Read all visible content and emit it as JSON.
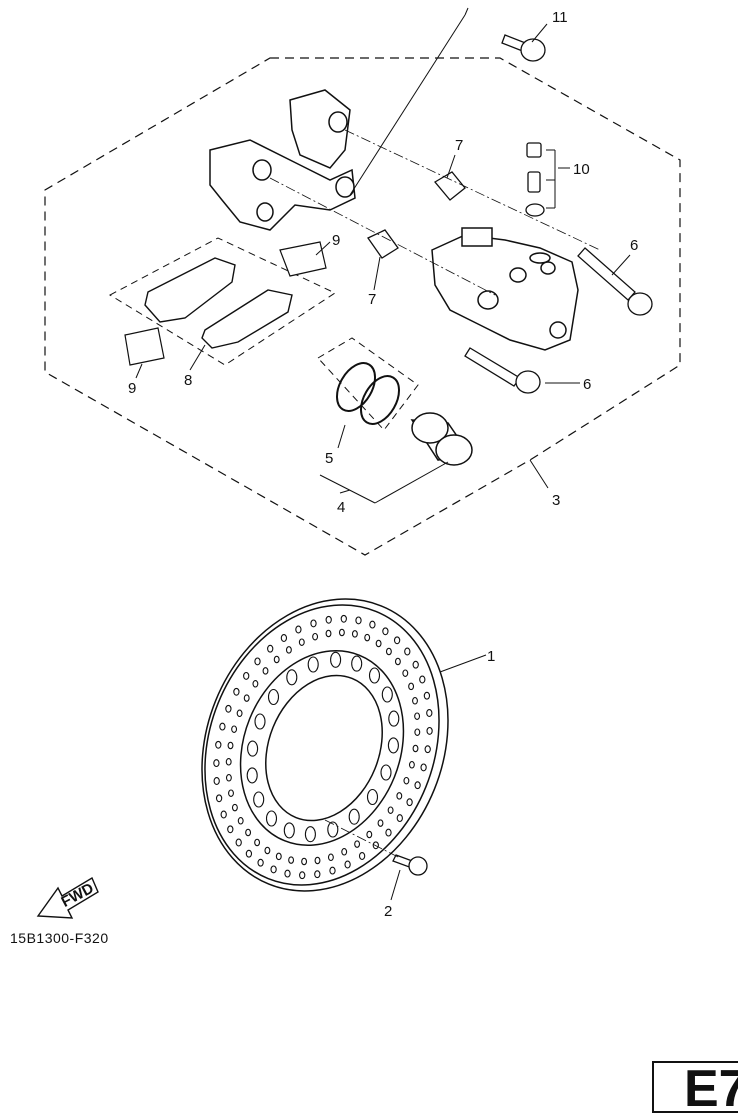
{
  "callouts": {
    "c1": "1",
    "c2": "2",
    "c3": "3",
    "c4": "4",
    "c5": "5",
    "c6a": "6",
    "c6b": "6",
    "c7a": "7",
    "c7b": "7",
    "c8": "8",
    "c9a": "9",
    "c9b": "9",
    "c10": "10",
    "c11": "11"
  },
  "fwd_label": "FWD",
  "drawing_code": "15B1300-F320",
  "page_ref": "E7"
}
